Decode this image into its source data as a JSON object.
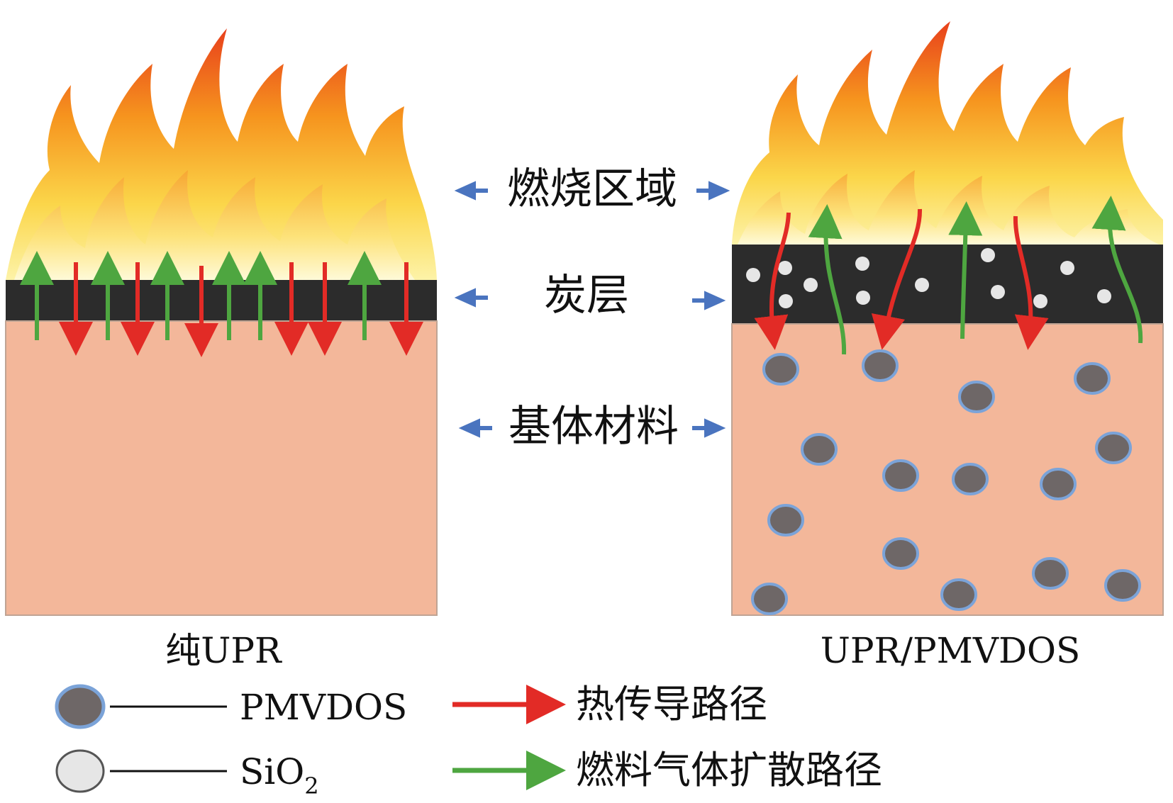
{
  "labels": {
    "burn_zone": "燃烧区域",
    "char_layer": "炭层",
    "matrix": "基体材料",
    "left_caption": "纯UPR",
    "right_caption": "UPR/PMVDOS"
  },
  "legend": {
    "pmvdos": "PMVDOS",
    "sio2_base": "SiO",
    "sio2_sub": "2",
    "heat_path": "热传导路径",
    "gas_path": "燃料气体扩散路径"
  },
  "colors": {
    "flame_red": "#e8401c",
    "flame_orange": "#f6941e",
    "flame_yellow": "#fbe36a",
    "char": "#2c2c2c",
    "matrix": "#f3b79a",
    "pmvdos_fill": "#6e6767",
    "pmvdos_ring": "#7ba3d8",
    "sio2_fill": "#e6e6e6",
    "heat_arrow": "#e22b26",
    "gas_arrow": "#4ea640",
    "pointer_arrow": "#4a74bf"
  }
}
